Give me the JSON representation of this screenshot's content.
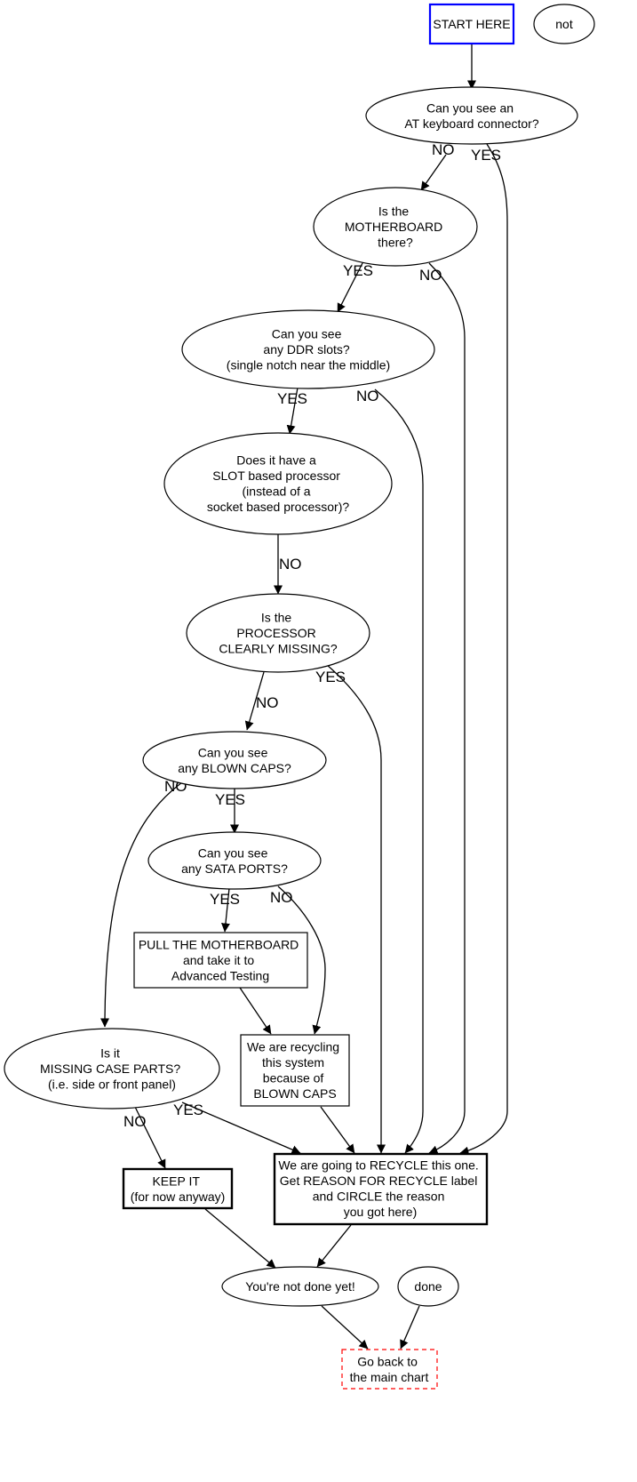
{
  "nodes": {
    "start": [
      "START HERE"
    ],
    "not": [
      "not"
    ],
    "at_kbd": [
      "Can you see an",
      "AT keyboard connector?"
    ],
    "mobo_there": [
      "Is the",
      "MOTHERBOARD",
      "there?"
    ],
    "ddr": [
      "Can you see",
      "any DDR slots?",
      "(single notch near the middle)"
    ],
    "slot_cpu": [
      "Does it have a",
      "SLOT based processor",
      "(instead of a",
      "socket based processor)?"
    ],
    "cpu_missing": [
      "Is the",
      "PROCESSOR",
      "CLEARLY MISSING?"
    ],
    "blown_caps": [
      "Can you see",
      "any BLOWN CAPS?"
    ],
    "sata": [
      "Can you see",
      "any SATA PORTS?"
    ],
    "pull_mobo": [
      "PULL THE MOTHERBOARD",
      "and take it to",
      "Advanced Testing"
    ],
    "recycle_caps": [
      "We are recycling",
      "this system",
      "because of",
      "BLOWN CAPS"
    ],
    "case_parts": [
      "Is it",
      "MISSING CASE PARTS?",
      "(i.e. side or front panel)"
    ],
    "keep_it": [
      "KEEP IT",
      "(for now anyway)"
    ],
    "recycle": [
      "We are going to RECYCLE this one.",
      "Get REASON FOR RECYCLE label",
      "and CIRCLE the reason",
      "you got here)"
    ],
    "not_done": [
      "You're not done yet!"
    ],
    "done": [
      "done"
    ],
    "main_chart": [
      "Go back to",
      "the main chart"
    ]
  },
  "edges": [
    {
      "id": "start-to-at",
      "from": "start",
      "to": "at_kbd",
      "label": ""
    },
    {
      "id": "at-no",
      "from": "at_kbd",
      "to": "mobo_there",
      "label": "NO"
    },
    {
      "id": "at-yes",
      "from": "at_kbd",
      "to": "recycle",
      "label": "YES"
    },
    {
      "id": "mobo-yes",
      "from": "mobo_there",
      "to": "ddr",
      "label": "YES"
    },
    {
      "id": "mobo-no",
      "from": "mobo_there",
      "to": "recycle",
      "label": "NO"
    },
    {
      "id": "ddr-yes",
      "from": "ddr",
      "to": "slot_cpu",
      "label": "YES"
    },
    {
      "id": "ddr-no",
      "from": "ddr",
      "to": "recycle",
      "label": "NO"
    },
    {
      "id": "slot-no",
      "from": "slot_cpu",
      "to": "cpu_missing",
      "label": "NO"
    },
    {
      "id": "cpu-no",
      "from": "cpu_missing",
      "to": "blown_caps",
      "label": "NO"
    },
    {
      "id": "cpu-yes",
      "from": "cpu_missing",
      "to": "recycle",
      "label": "YES"
    },
    {
      "id": "caps-yes",
      "from": "blown_caps",
      "to": "sata",
      "label": "YES"
    },
    {
      "id": "caps-no",
      "from": "blown_caps",
      "to": "case_parts",
      "label": "NO"
    },
    {
      "id": "sata-yes",
      "from": "sata",
      "to": "pull_mobo",
      "label": "YES"
    },
    {
      "id": "sata-no",
      "from": "sata",
      "to": "recycle_caps",
      "label": "NO"
    },
    {
      "id": "pull-to-caps",
      "from": "pull_mobo",
      "to": "recycle_caps",
      "label": ""
    },
    {
      "id": "caps-to-recycle",
      "from": "recycle_caps",
      "to": "recycle",
      "label": ""
    },
    {
      "id": "case-no",
      "from": "case_parts",
      "to": "keep_it",
      "label": "NO"
    },
    {
      "id": "case-yes",
      "from": "case_parts",
      "to": "recycle",
      "label": "YES"
    },
    {
      "id": "keep-to-notdone",
      "from": "keep_it",
      "to": "not_done",
      "label": ""
    },
    {
      "id": "recycle-to-notdone",
      "from": "recycle",
      "to": "not_done",
      "label": ""
    },
    {
      "id": "notdone-to-main",
      "from": "not_done",
      "to": "main_chart",
      "label": ""
    },
    {
      "id": "done-to-main",
      "from": "done",
      "to": "main_chart",
      "label": ""
    }
  ],
  "colors": {
    "start_border": "#0000ff",
    "main_chart_border": "#ff0000",
    "line": "#000000"
  }
}
